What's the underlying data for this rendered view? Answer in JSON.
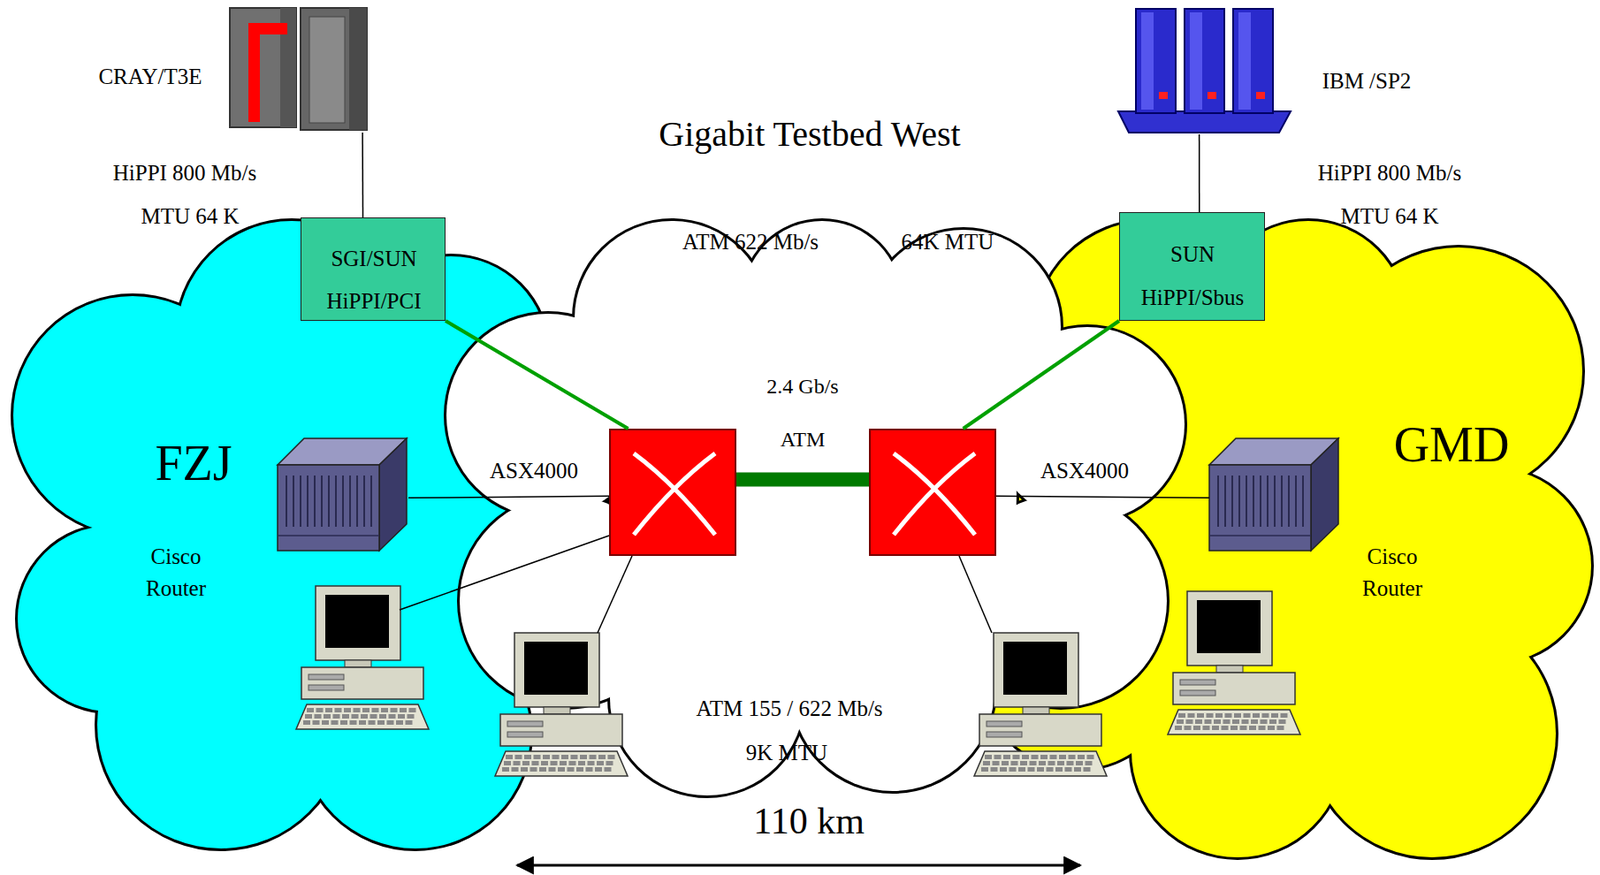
{
  "diagram": {
    "title": "Gigabit Testbed West",
    "nodes": [
      {
        "text": [
          "CRAY/T3E"
        ]
      },
      {
        "text": [
          "IBM /SP2"
        ]
      },
      {
        "text": [
          "FZJ"
        ]
      },
      {
        "text": [
          "SGI/SUN",
          "HiPPI/PCI"
        ],
        "in": 2
      },
      {
        "text": [
          "Cisco Router"
        ],
        "in": 2
      },
      {
        "text": [
          "ATM 622 Mb/s",
          "64K MTU"
        ]
      },
      {
        "text": [
          "ASX4000"
        ],
        "in": 5
      },
      {
        "text": [
          "ASX4000"
        ],
        "in": 5
      },
      {
        "text": [
          "GMD"
        ]
      },
      {
        "text": [
          "SUN",
          "HiPPI/Sbus"
        ],
        "in": 8
      },
      {
        "text": [
          "Cisco Router"
        ],
        "in": 8
      }
    ],
    "edges": [
      {
        "from": 0,
        "to": 3,
        "arrow": "none"
      },
      {
        "from": 1,
        "to": 9,
        "arrow": "none"
      },
      {
        "from": 3,
        "to": 6,
        "arrow": "none"
      },
      {
        "from": 4,
        "to": 6,
        "arrow": "none"
      },
      {
        "from": 6,
        "to": 7,
        "label": "2.4 Gb/s ATM",
        "arrow": "none"
      },
      {
        "from": 9,
        "to": 7,
        "arrow": "none"
      },
      {
        "from": 7,
        "to": 10,
        "arrow": "none"
      }
    ],
    "labels": [
      "HiPPI 800 Mb/s",
      "MTU 64 K",
      "HiPPI 800 Mb/s",
      "MTU 64 K",
      "ATM 155 / 622 Mb/s",
      "9K MTU",
      "110 km"
    ]
  }
}
